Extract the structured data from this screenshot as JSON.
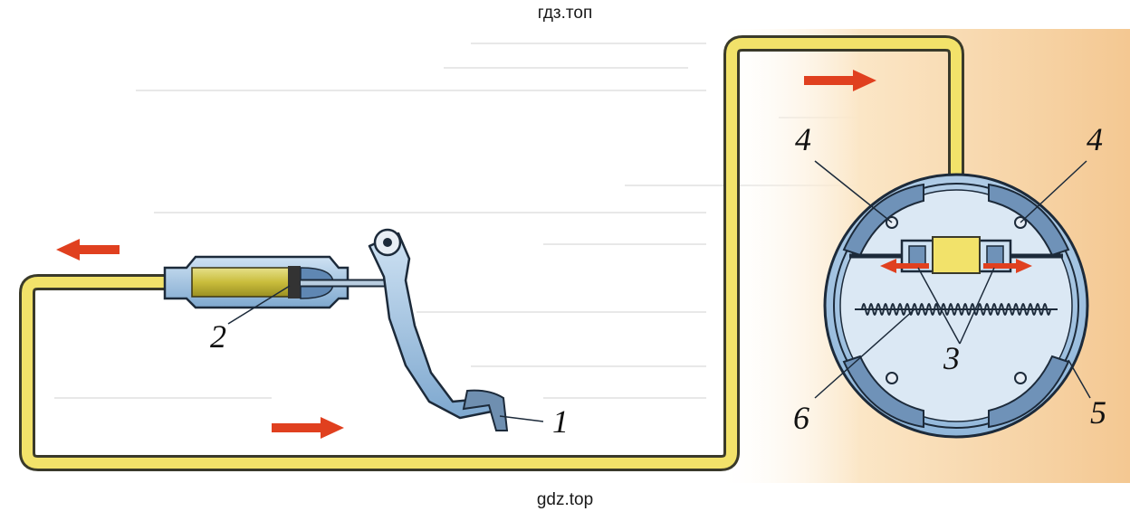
{
  "watermark_top": "гдз.топ",
  "watermark_bottom": "gdz.top",
  "colors": {
    "fluid": "#f2e26a",
    "arrow": "#e0401f",
    "drum": "#9ec3e3",
    "background_warm": "#f7d9ad"
  },
  "labels": {
    "pedal": "1",
    "master_cylinder_piston": "2",
    "wheel_pistons": "3",
    "brake_shoes_left": "4",
    "brake_shoes_right": "4",
    "drum": "5",
    "spring": "6"
  }
}
